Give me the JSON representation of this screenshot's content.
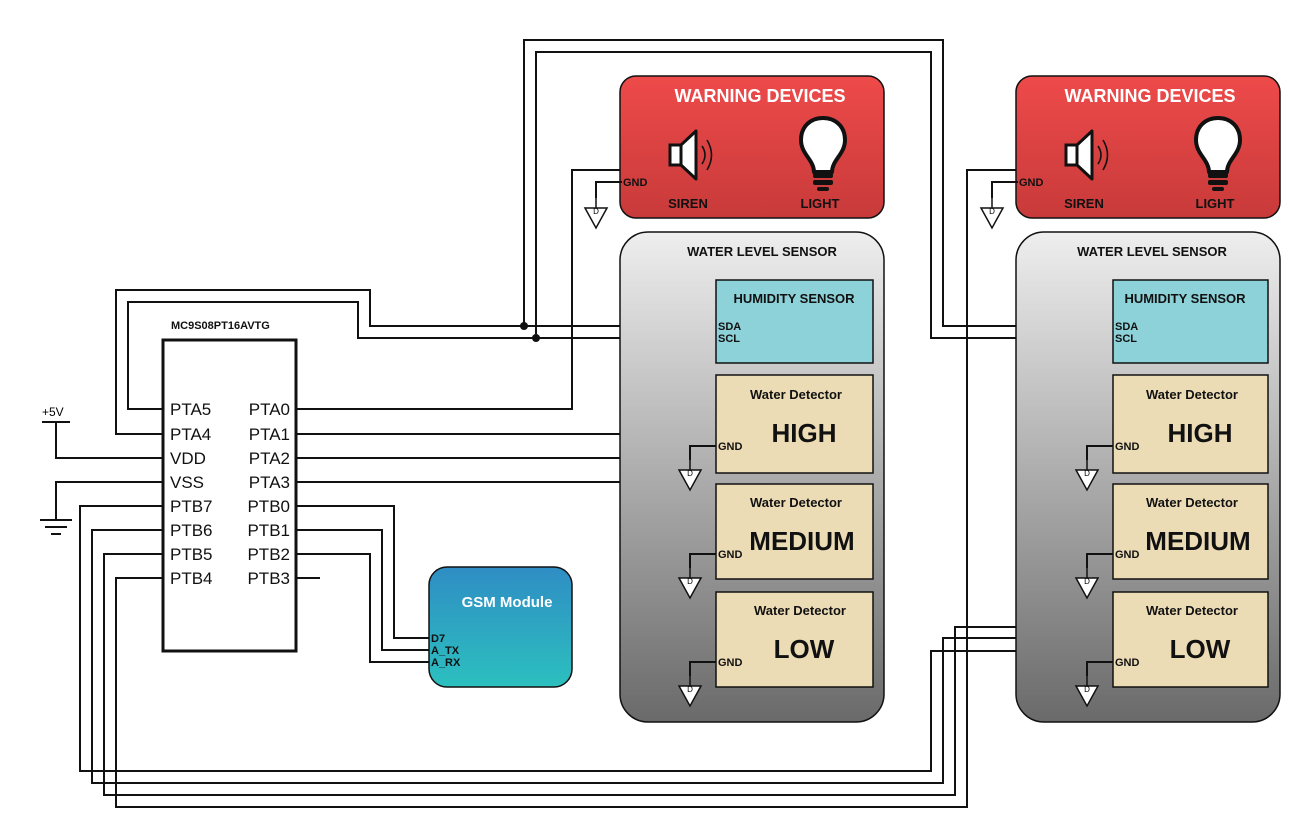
{
  "mcu": {
    "part": "MC9S08PT16AVTG",
    "left_pins": [
      "PTA5",
      "PTA4",
      "VDD",
      "VSS",
      "PTB7",
      "PTB6",
      "PTB5",
      "PTB4"
    ],
    "right_pins": [
      "PTA0",
      "PTA1",
      "PTA2",
      "PTA3",
      "PTB0",
      "PTB1",
      "PTB2",
      "PTB3"
    ]
  },
  "power": {
    "vplus": "+5V"
  },
  "gsm": {
    "title": "GSM Module",
    "pins": [
      "D7",
      "A_TX",
      "A_RX"
    ]
  },
  "stations": [
    {
      "warning": {
        "title": "WARNING DEVICES",
        "siren": "SIREN",
        "light": "LIGHT",
        "gnd": "GND"
      },
      "sensor": {
        "title": "WATER LEVEL SENSOR",
        "humidity": {
          "title": "HUMIDITY SENSOR",
          "sda": "SDA",
          "scl": "SCL"
        },
        "detectors": [
          {
            "title": "Water Detector",
            "level": "HIGH",
            "gnd": "GND"
          },
          {
            "title": "Water Detector",
            "level": "MEDIUM",
            "gnd": "GND"
          },
          {
            "title": "Water Detector",
            "level": "LOW",
            "gnd": "GND"
          }
        ]
      }
    },
    {
      "warning": {
        "title": "WARNING DEVICES",
        "siren": "SIREN",
        "light": "LIGHT",
        "gnd": "GND"
      },
      "sensor": {
        "title": "WATER LEVEL SENSOR",
        "humidity": {
          "title": "HUMIDITY SENSOR",
          "sda": "SDA",
          "scl": "SCL"
        },
        "detectors": [
          {
            "title": "Water Detector",
            "level": "HIGH",
            "gnd": "GND"
          },
          {
            "title": "Water Detector",
            "level": "MEDIUM",
            "gnd": "GND"
          },
          {
            "title": "Water Detector",
            "level": "LOW",
            "gnd": "GND"
          }
        ]
      }
    }
  ],
  "ground_symbol": "D",
  "colors": {
    "warning_top": "#ee4a4a",
    "warning_bottom": "#c83a3a",
    "humidity": "#8dd1d9",
    "detector": "#ecdcb6",
    "gsm_top": "#2f8dc4",
    "gsm_bottom": "#2cc0bf"
  }
}
